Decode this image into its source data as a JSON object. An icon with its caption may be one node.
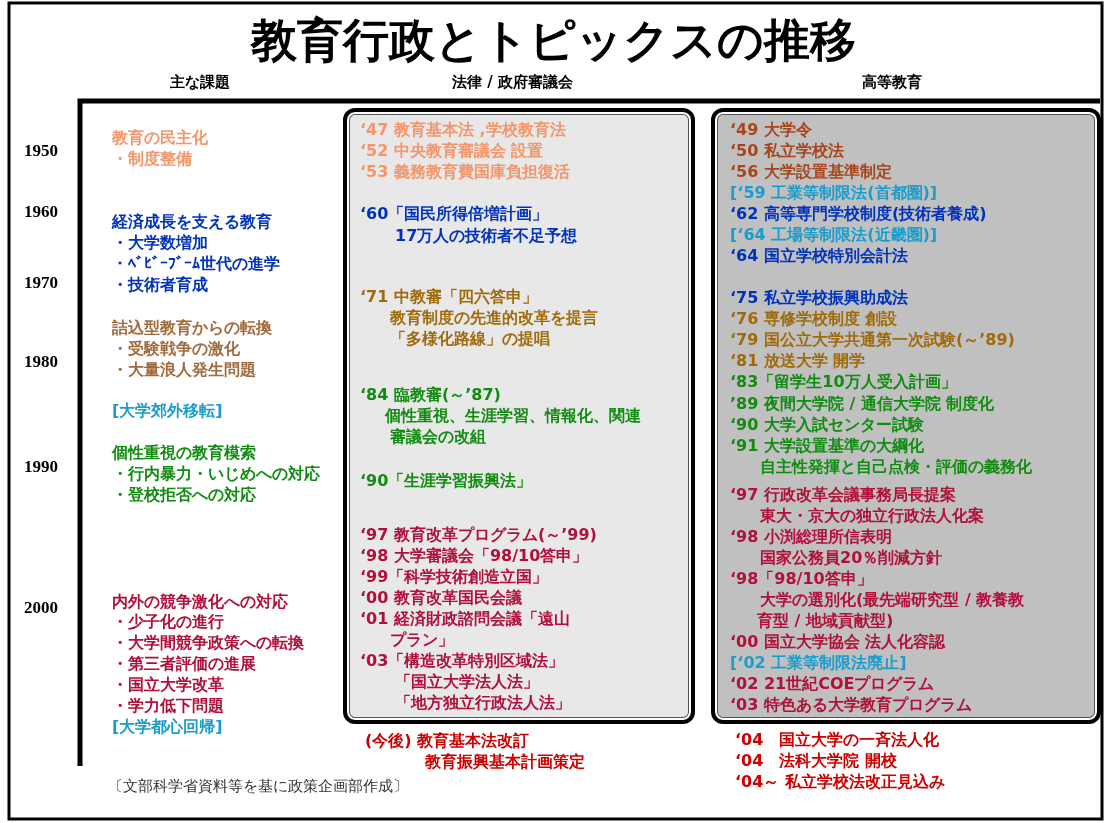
{
  "diagram": {
    "title": "教育行政とトピックスの推移",
    "nodes": [
      {
        "text": [
          "‘47 教育基本法 ,学校教育法",
          "‘52 中央教育審議会 設置",
          "‘53 義務教育費国庫負担復活",
          "‘60「国民所得倍増計画」",
          "17万人の技術者不足予想",
          "‘71 中教審「四六答申」",
          "教育制度の先進的改革を提言",
          "「多様化路線」の提唱",
          "‘84 臨教審(～’87)",
          "個性重視、生涯学習、情報化、関連",
          "審議会の改組",
          "‘90「生涯学習振興法」",
          "‘97 教育改革プログラム(～’99)",
          "‘98 大学審議会「98/10答申」",
          "‘99「科学技術創造立国」",
          "‘00 教育改革国民会議",
          "‘01 経済財政諮問会議「遠山",
          "プラン」",
          "‘03「構造改革特別区域法」",
          "「国立大学法人法」",
          "「地方独立行政法人法」"
        ]
      },
      {
        "text": [
          "‘49 大学令",
          "‘50 私立学校法",
          "‘56 大学設置基準制定",
          "[‘59 工業等制限法(首都圏)]",
          "‘62 高等専門学校制度(技術者養成)",
          "[‘64 工場等制限法(近畿圏)]",
          "‘64 国立学校特別会計法",
          "‘75 私立学校振興助成法",
          "‘76 専修学校制度 創設",
          "‘79 国公立大学共通第一次試験(～’89)",
          "‘81 放送大学 開学",
          "‘83「留学生10万人受入計画」",
          "’89 夜間大学院 / 通信大学院 制度化",
          "‘90 大学入試センター試験",
          "‘91 大学設置基準の大綱化",
          "自主性発揮と自己点検・評価の義務化",
          "‘97 行政改革会議事務局長提案",
          "東大・京大の独立行政法人化案",
          "‘98 小渕総理所信表明",
          "国家公務員20％削減方針",
          "‘98「98/10答申」",
          "大学の選別化(最先端研究型 / 教養教",
          "育型 / 地域貢献型)",
          "‘00 国立大学協会 法人化容認",
          "[‘02 工業等制限法廃止]",
          "‘02 21世紀COEプログラム",
          "‘03 特色ある大学教育プログラム"
        ]
      }
    ],
    "labels": [
      "主な課題",
      "法律 / 政府審議会",
      "高等教育",
      "1950",
      "1960",
      "1970",
      "1980",
      "1990",
      "2000",
      "教育の民主化",
      "・制度整備",
      "経済成長を支える教育",
      "・大学数増加",
      "・ﾍﾞﾋﾞｰﾌﾞｰﾑ世代の進学",
      "・技術者育成",
      "詰込型教育からの転換",
      "・受験戦争の激化",
      "・大量浪人発生問題",
      "[大学郊外移転]",
      "個性重視の教育模索",
      "・行内暴力・いじめへの対応",
      "・登校拒否への対応",
      "内外の競争激化への対応",
      "・少子化の進行",
      "・大学間競争政策への転換",
      "・第三者評価の進展",
      "・国立大学改革",
      "・学力低下問題",
      "[大学都心回帰]",
      "(今後) 教育基本法改訂",
      "教育振興基本計画策定",
      "‘04　国立大学の一斉法人化",
      "‘04　法科大学院 開校",
      "‘04～ 私立学校法改正見込み",
      "〔文部科学省資料等を基に政策企画部作成〕"
    ]
  }
}
